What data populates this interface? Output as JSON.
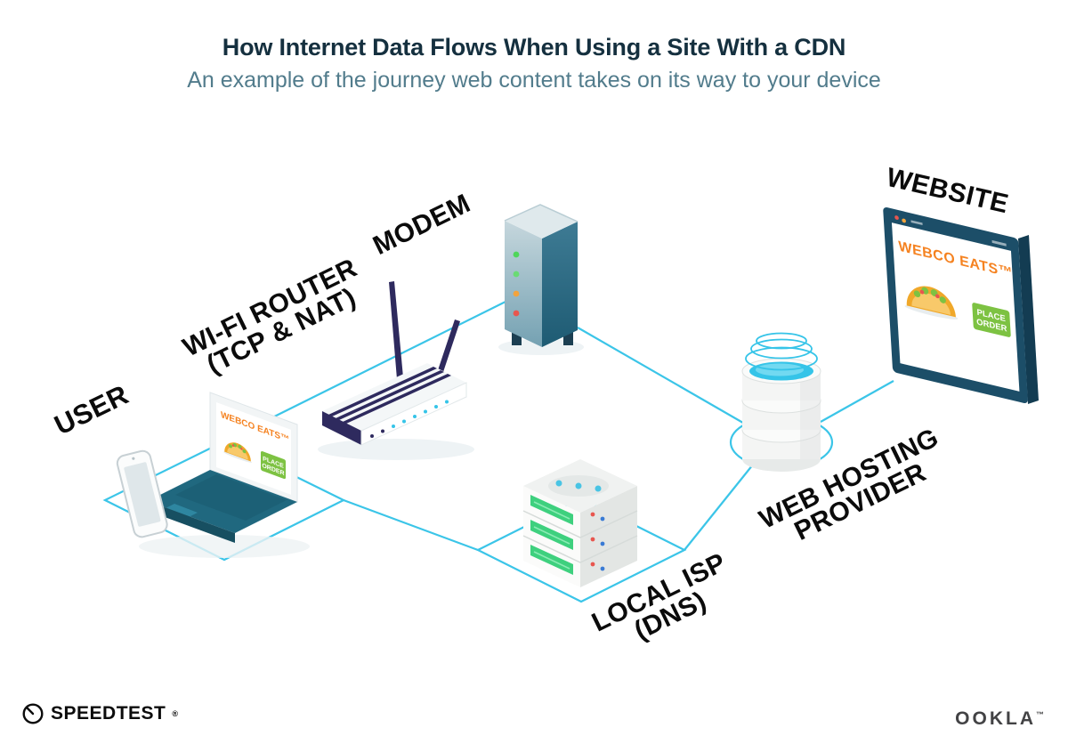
{
  "header": {
    "title": "How Internet Data Flows When Using a Site With a CDN",
    "subtitle": "An example of the journey web content takes on its way to your device"
  },
  "nodes": {
    "user": {
      "label": "USER"
    },
    "router": {
      "line1": "WI-FI ROUTER",
      "line2": "(TCP & NAT)"
    },
    "modem": {
      "label": "MODEM"
    },
    "isp": {
      "line1": "LOCAL ISP",
      "line2": "(DNS)"
    },
    "hosting": {
      "line1": "WEB HOSTING",
      "line2": "PROVIDER"
    },
    "website": {
      "label": "WEBSITE"
    }
  },
  "screens": {
    "laptop": {
      "brand": "WEBCO EATS™",
      "button_line1": "PLACE",
      "button_line2": "ORDER"
    },
    "browser": {
      "brand": "WEBCO EATS™",
      "button_line1": "PLACE",
      "button_line2": "ORDER"
    }
  },
  "footer": {
    "speedtest": "SPEEDTEST",
    "speedtest_mark": "®",
    "ookla": "OOKLA",
    "ookla_mark": "™"
  },
  "colors": {
    "connection_line": "#3BC5E8",
    "accent_orange": "#F58220",
    "accent_green": "#7DC242",
    "navy": "#2E2A5E",
    "teal_dark": "#1C4E68",
    "led_green": "#4FD65A",
    "led_orange": "#F2A33C",
    "led_red": "#E8564F"
  }
}
